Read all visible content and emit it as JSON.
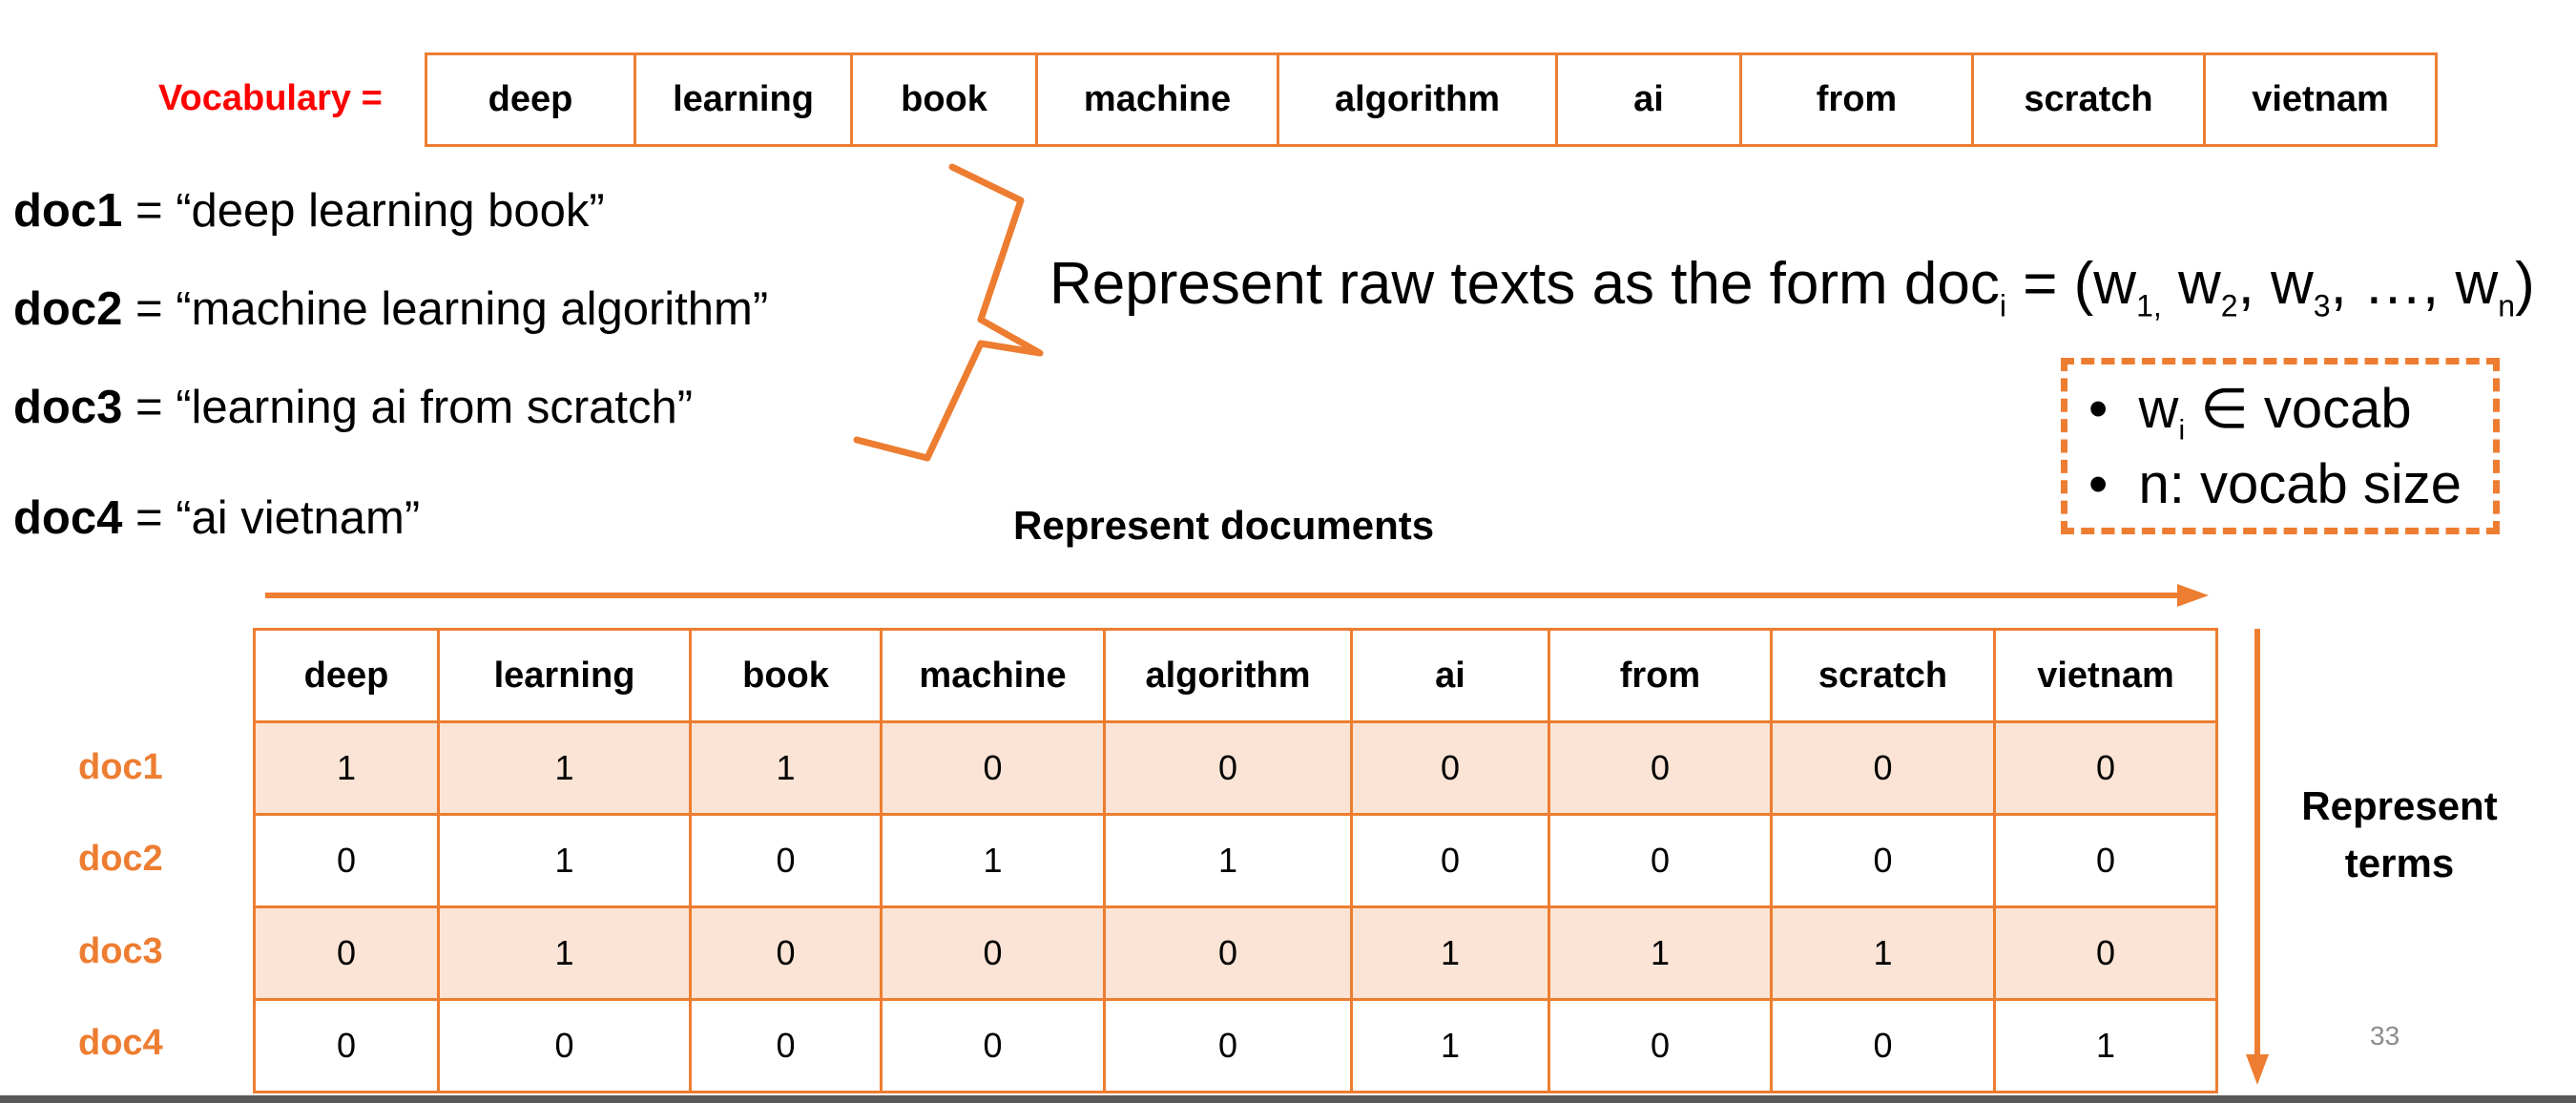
{
  "vocabulary": {
    "label": "Vocabulary =",
    "words": [
      "deep",
      "learning",
      "book",
      "machine",
      "algorithm",
      "ai",
      "from",
      "scratch",
      "vietnam"
    ]
  },
  "documents": [
    {
      "name": "doc1",
      "eq": " = ",
      "text": "“deep learning book”"
    },
    {
      "name": "doc2",
      "eq": " = ",
      "text": "“machine learning algorithm”"
    },
    {
      "name": "doc3",
      "eq": " = ",
      "text": "“learning ai from scratch”"
    },
    {
      "name": "doc4",
      "eq": " = ",
      "text": "“ai vietnam”"
    }
  ],
  "representation": {
    "prefix": "Represent raw texts as the form doc",
    "doc_sub": "i",
    "tuple_open": " = (w",
    "w1_sub": "1,",
    "sep1": " w",
    "w2_sub": "2",
    "sep2": ", w",
    "w3_sub": "3",
    "ellipsis": ", …, w",
    "wn_sub": "n",
    "tuple_close": ")"
  },
  "constraints": {
    "bullet": "•",
    "item1_w": "w",
    "item1_sub": "i",
    "item1_rest": " ∈ vocab",
    "item2": "n: vocab size"
  },
  "arrows": {
    "docs_label": "Represent documents",
    "terms_label_line1": "Represent",
    "terms_label_line2": "terms"
  },
  "matrix": {
    "columns": [
      "deep",
      "learning",
      "book",
      "machine",
      "algorithm",
      "ai",
      "from",
      "scratch",
      "vietnam"
    ],
    "rows": [
      {
        "label": "doc1",
        "values": [
          "1",
          "1",
          "1",
          "0",
          "0",
          "0",
          "0",
          "0",
          "0"
        ]
      },
      {
        "label": "doc2",
        "values": [
          "0",
          "1",
          "0",
          "1",
          "1",
          "0",
          "0",
          "0",
          "0"
        ]
      },
      {
        "label": "doc3",
        "values": [
          "0",
          "1",
          "0",
          "0",
          "0",
          "1",
          "1",
          "1",
          "0"
        ]
      },
      {
        "label": "doc4",
        "values": [
          "0",
          "0",
          "0",
          "0",
          "0",
          "1",
          "0",
          "0",
          "1"
        ]
      }
    ]
  },
  "page_number": "33",
  "colors": {
    "accent": "#ed7d31",
    "shade": "#fbe4d5",
    "vocab_label": "#ff0000"
  }
}
